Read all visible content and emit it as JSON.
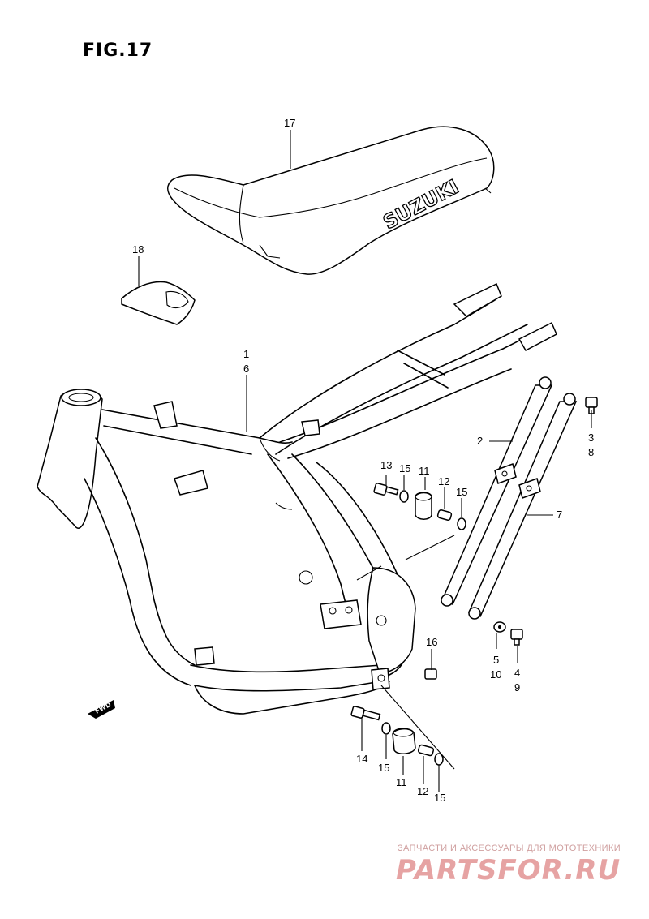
{
  "figure": {
    "title": "FIG.17",
    "brand_on_seat": "SUZUKI",
    "fwd_label": "FWD"
  },
  "callouts": [
    {
      "id": "c17",
      "text": "17"
    },
    {
      "id": "c18",
      "text": "18"
    },
    {
      "id": "c1",
      "text": "1"
    },
    {
      "id": "c6",
      "text": "6"
    },
    {
      "id": "c2",
      "text": "2"
    },
    {
      "id": "c3",
      "text": "3"
    },
    {
      "id": "c8",
      "text": "8"
    },
    {
      "id": "c7",
      "text": "7"
    },
    {
      "id": "c13",
      "text": "13"
    },
    {
      "id": "c15a",
      "text": "15"
    },
    {
      "id": "c11a",
      "text": "11"
    },
    {
      "id": "c12a",
      "text": "12"
    },
    {
      "id": "c15b",
      "text": "15"
    },
    {
      "id": "c16",
      "text": "16"
    },
    {
      "id": "c5",
      "text": "5"
    },
    {
      "id": "c10",
      "text": "10"
    },
    {
      "id": "c4",
      "text": "4"
    },
    {
      "id": "c9",
      "text": "9"
    },
    {
      "id": "c14",
      "text": "14"
    },
    {
      "id": "c15c",
      "text": "15"
    },
    {
      "id": "c11b",
      "text": "11"
    },
    {
      "id": "c12b",
      "text": "12"
    },
    {
      "id": "c15d",
      "text": "15"
    }
  ],
  "watermark": {
    "caption": "ЗАПЧАСТИ И АКСЕССУАРЫ ДЛЯ МОТОТЕХНИКИ",
    "site": "PARTSFOR.RU"
  }
}
